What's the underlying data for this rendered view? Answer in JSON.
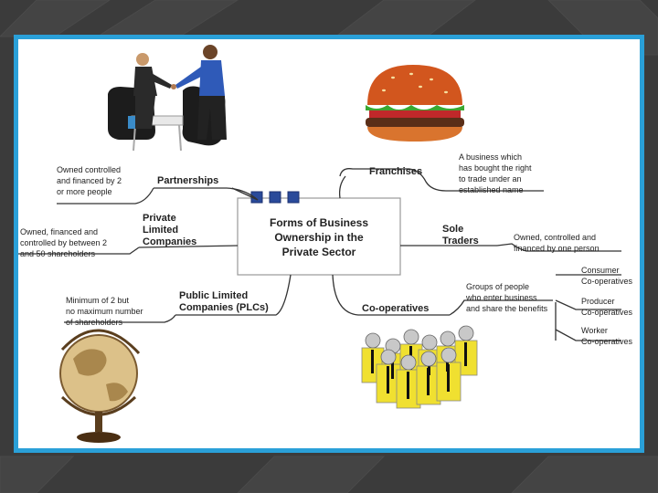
{
  "central": {
    "line1": "Forms of Business",
    "line2": "Ownership in the",
    "line3": "Private Sector"
  },
  "branches": {
    "partnerships": {
      "title": "Partnerships",
      "note": [
        "Owned controlled",
        "and financed by 2",
        "or more people"
      ]
    },
    "private_limited": {
      "title": [
        "Private",
        "Limited",
        "Companies"
      ],
      "note": [
        "Owned, financed and",
        "controlled by between 2",
        "and 50 shareholders"
      ]
    },
    "plc": {
      "title": [
        "Public Limited",
        "Companies (PLCs)"
      ],
      "note": [
        "Minimum of 2 but",
        "no maximum number",
        "of shareholders"
      ]
    },
    "franchises": {
      "title": "Franchises",
      "note": [
        "A business which",
        "has bought the right",
        "to trade under an",
        "established name"
      ]
    },
    "sole_traders": {
      "title": [
        "Sole",
        "Traders"
      ],
      "note": [
        "Owned, controlled and",
        "financed by one person"
      ]
    },
    "cooperatives": {
      "title": "Co-operatives",
      "note": [
        "Groups of people",
        "who enter business",
        "and share the benefits"
      ],
      "types": [
        [
          "Consumer",
          "Co-operatives"
        ],
        [
          "Producer",
          "Co-operatives"
        ],
        [
          "Worker",
          "Co-operatives"
        ]
      ]
    }
  },
  "images": [
    "handshake",
    "burger",
    "globe",
    "group-of-workers"
  ],
  "colors": {
    "frame": "#2aa0d8",
    "background": "#3b3b3b",
    "connector": "#2a4a9a",
    "line": "#333333"
  }
}
